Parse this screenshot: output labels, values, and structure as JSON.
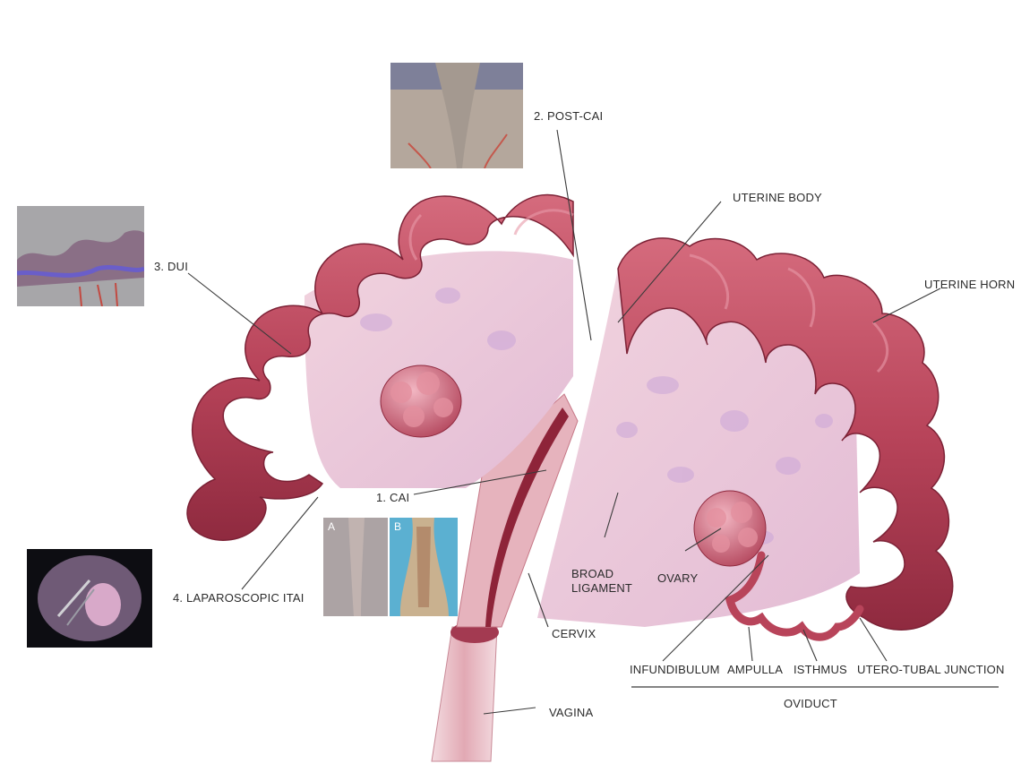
{
  "labels": {
    "post_cai": "2. POST-CAI",
    "uterine_body": "UTERINE BODY",
    "uterine_horn": "UTERINE HORN",
    "dui": "3. DUI",
    "cai": "1. CAI",
    "broad_ligament_line1": "BROAD",
    "broad_ligament_line2": "LIGAMENT",
    "ovary": "OVARY",
    "laparoscopic_itai": "4. LAPAROSCOPIC ITAI",
    "cervix": "CERVIX",
    "infundibulum": "INFUNDIBULUM",
    "ampulla": "AMPULLA",
    "isthmus": "ISTHMUS",
    "utero_tubal_junction": "UTERO-TUBAL JUNCTION",
    "oviduct": "OVIDUCT",
    "vagina": "VAGINA"
  },
  "photo_tags": {
    "a": "A",
    "b": "B"
  },
  "colors": {
    "tissue_dark": "#9e2f45",
    "tissue_mid": "#c95a6c",
    "tissue_light": "#e8a4b0",
    "ligament": "#e9c6d8",
    "ligament_spots": "#c7a3d4",
    "leader": "#3a3a3a"
  }
}
